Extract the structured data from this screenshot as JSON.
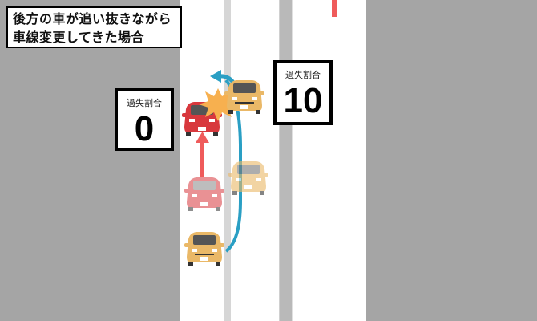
{
  "title": {
    "line1": "後方の車が追い抜きながら",
    "line2": "車線変更してきた場合"
  },
  "fault_left": {
    "label": "過失割合",
    "value": "0"
  },
  "fault_right": {
    "label": "過失割合",
    "value": "10"
  },
  "colors": {
    "background_gray": "#a5a5a5",
    "road_white": "#ffffff",
    "lane_line": "#d6d6d6",
    "divider": "#b9b9b9",
    "red_car": "#d8383d",
    "yellow_car": "#eab867",
    "red_arrow": "#ef5b5b",
    "blue_path": "#2a9fc4",
    "impact": "#f7b04f"
  },
  "scene": {
    "vehicles": [
      {
        "name": "red-car-ghost",
        "color": "red",
        "state": "previous-position"
      },
      {
        "name": "red-car",
        "color": "red",
        "state": "collision-position"
      },
      {
        "name": "yellow-car-start",
        "color": "yellow",
        "state": "start-position"
      },
      {
        "name": "yellow-car-ghost",
        "color": "yellow",
        "state": "passing-position"
      },
      {
        "name": "yellow-car",
        "color": "yellow",
        "state": "collision-position"
      }
    ],
    "arrows": [
      "red-straight-arrow",
      "blue-lane-change-path"
    ],
    "impact": "collision-burst"
  }
}
